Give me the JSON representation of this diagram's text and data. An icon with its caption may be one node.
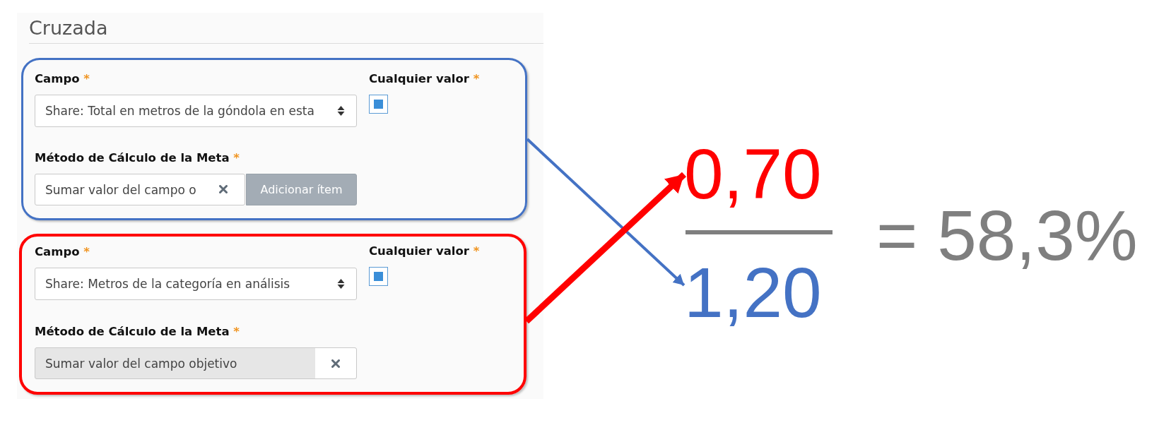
{
  "diagram": {
    "nodes": [
      {
        "text": [
          "Cruzada"
        ]
      },
      {
        "text": [],
        "shape": "box",
        "in": 0
      },
      {
        "text": [
          "Campo *",
          "Share: Total en metros de la góndola en esta"
        ],
        "in": 1
      },
      {
        "text": [
          "Cualquier valor *"
        ],
        "in": 1
      },
      {
        "text": [
          "Método de Cálculo de la Meta *",
          "Sumar valor del campo o"
        ],
        "in": 1
      },
      {
        "text": [
          "Adicionar ítem"
        ],
        "in": 1
      },
      {
        "text": [],
        "shape": "box",
        "in": 0
      },
      {
        "text": [
          "Campo *",
          "Share: Metros de la categoría en análisis"
        ],
        "in": 6
      },
      {
        "text": [
          "Cualquier valor *"
        ],
        "in": 6
      },
      {
        "text": [
          "Método de Cálculo de la Meta *",
          "Sumar valor del campo objetivo"
        ],
        "in": 6
      },
      {
        "text": [
          "0,70"
        ]
      },
      {
        "text": [
          "1,20"
        ]
      }
    ],
    "edges": [
      {
        "from": 1,
        "to": 11,
        "arrow": "to",
        "color": "#4472c4"
      },
      {
        "from": 6,
        "to": 10,
        "arrow": "to",
        "style": "thick",
        "color": "#ff0000"
      }
    ],
    "labels": [
      "= 58,3%"
    ]
  }
}
